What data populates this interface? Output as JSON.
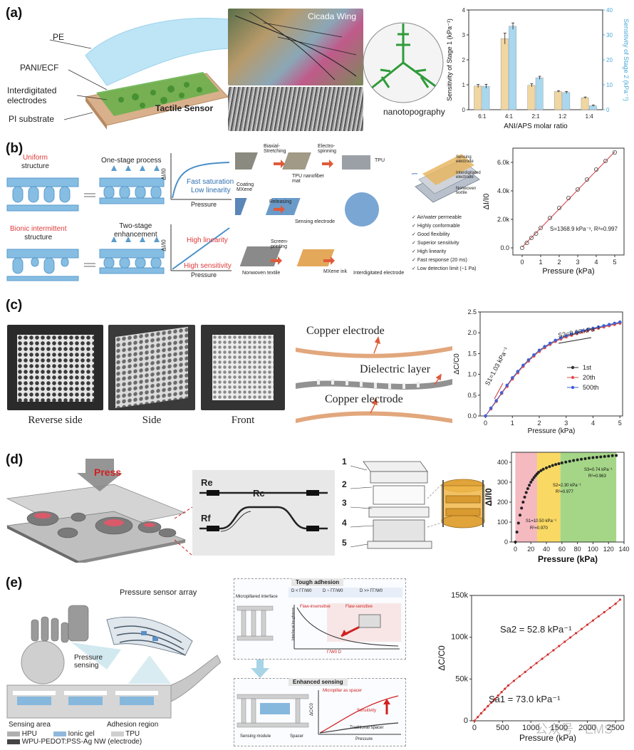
{
  "panels": {
    "a": {
      "label": "(a)",
      "layers": [
        "PE",
        "PANI/ECF",
        "Interdigitated electrodes",
        "PI substrate"
      ],
      "device_label": "Tactile Sensor",
      "photo_label": "Cicada Wing",
      "inset_label": "nanotopography"
    },
    "b": {
      "label": "(b)",
      "uniform": {
        "title_red": "Uniform",
        "title_rest": "structure",
        "process": "One-stage process",
        "note1": "Fast saturation",
        "note2": "Low linearity",
        "axis_x": "Pressure",
        "axis_y": "ΔI/I0"
      },
      "bionic": {
        "title_red": "Bionic intermittent",
        "title_rest": "structure",
        "process": "Two-stage",
        "process2": "enhancement",
        "note1": "High linearity",
        "note2": "High sensitivity",
        "axis_x": "Pressure",
        "axis_y": "ΔI/I0"
      },
      "flow_labels": [
        "Biaxial-Stretching",
        "Electro-spinning",
        "TPU",
        "TPU nanofiber mat",
        "Coating MXene",
        "Releasing",
        "Sensing electrode",
        "Screen-printing",
        "MXene ink",
        "Nonwoven textile",
        "Interdigitated electrode"
      ],
      "device_labels": [
        "Sensing electrode",
        "Interdigitated electrode",
        "Nonwoven textile"
      ],
      "features": [
        "Air/water permeable",
        "Highly conformable",
        "Good flexibility",
        "Superior sensitivity",
        "High linearity",
        "Fast response (20 ms)",
        "Low detection limit (~1 Pa)"
      ]
    },
    "c": {
      "label": "(c)",
      "photo_captions": [
        "Reverse side",
        "Side",
        "Front"
      ],
      "layers": [
        "Copper electrode",
        "Dielectric layer",
        "Copper electrode"
      ]
    },
    "d": {
      "label": "(d)",
      "press_label": "Press",
      "circuit": {
        "re": "Re",
        "rc": "Rc",
        "rf": "Rf"
      },
      "parts": [
        "1",
        "2",
        "3",
        "4",
        "5"
      ]
    },
    "e": {
      "label": "(e)",
      "array_label": "Pressure sensor array",
      "sensing_label": "Pressure sensing",
      "area_labels": [
        "Sensing area",
        "Adhesion region"
      ],
      "legend": [
        {
          "text": "HPU",
          "color": "#b0b0b0"
        },
        {
          "text": "Ionic gel",
          "color": "#8fb8dc"
        },
        {
          "text": "TPU",
          "color": "#cfcfcf"
        },
        {
          "text": "WPU-PEDOT:PSS-Ag NW (electrode)",
          "color": "#444444"
        }
      ],
      "tough_title": "Tough adhesion",
      "tough_labels": [
        "Micropillared interface",
        "D < ΓΓ/W0",
        "D ~ ΓΓ/W0",
        "D >> ΓΓ/W0",
        "Flaw-insensitive",
        "Flaw-sensitive",
        "Interfacial toughness",
        "Γ/W0  D"
      ],
      "enhanced_title": "Enhanced sensing",
      "enhanced_labels": [
        "Micropillar as spacer",
        "Sensitivity",
        "Traditional spacer",
        "Sensing module",
        "Spacer",
        "Pressure",
        "ΔC/C0"
      ]
    }
  },
  "watermark": "公众号 · EMS",
  "chart_data": [
    {
      "id": "a",
      "type": "bar",
      "xlabel": "ANI/APS molar ratio",
      "ylabel": "Sensitivity of Stage 1 (kPa⁻¹)",
      "ylabel2": "Sensitivity of Stage 2 (kPa⁻¹)",
      "categories": [
        "6:1",
        "4:1",
        "2:1",
        "1:2",
        "1:4"
      ],
      "ylim": [
        0,
        4
      ],
      "yticks": [
        "0",
        "1",
        "2",
        "3",
        "4"
      ],
      "ylim2": [
        0,
        40
      ],
      "yticks2": [
        "0",
        "10",
        "20",
        "30",
        "40"
      ],
      "series": [
        {
          "axis": "left",
          "color": "#f0d6a0",
          "values": [
            0.95,
            2.85,
            0.98,
            0.73,
            0.48
          ],
          "errors": [
            0.06,
            0.22,
            0.06,
            0.03,
            0.03
          ]
        },
        {
          "axis": "right",
          "color": "#a8d8f0",
          "values": [
            9.4,
            33.5,
            12.8,
            6.9,
            1.6
          ],
          "errors": [
            0.8,
            1.3,
            0.6,
            0.4,
            0.3
          ]
        }
      ]
    },
    {
      "id": "b",
      "type": "scatter",
      "xlabel": "Pressure (kPa)",
      "ylabel": "ΔI/I0",
      "xlim": [
        -0.5,
        5.5
      ],
      "xticks": [
        "0",
        "1",
        "2",
        "3",
        "4",
        "5"
      ],
      "ylim": [
        -0.5,
        7.0
      ],
      "yticks": [
        "0.0",
        "2.0k",
        "4.0k",
        "6.0k"
      ],
      "annotation": "S=1368.9 kPa⁻¹, R²=0.997",
      "x": [
        0,
        0.25,
        0.5,
        0.75,
        1.0,
        1.5,
        2.0,
        2.5,
        3.0,
        3.5,
        4.0,
        4.5,
        5.0
      ],
      "y": [
        0.0,
        0.35,
        0.7,
        1.0,
        1.4,
        2.1,
        2.8,
        3.5,
        4.1,
        4.8,
        5.5,
        6.1,
        6.7
      ],
      "fit": [
        [
          0,
          0.05
        ],
        [
          5.0,
          6.75
        ]
      ]
    },
    {
      "id": "c",
      "type": "line",
      "xlabel": "Pressure (kPa)",
      "ylabel": "ΔC/C0",
      "xlim": [
        -0.2,
        5.1
      ],
      "xticks": [
        "0",
        "1",
        "2",
        "3",
        "4",
        "5"
      ],
      "ylim": [
        0,
        2.5
      ],
      "yticks": [
        "0.0",
        "0.5",
        "1.0",
        "1.5",
        "2.0",
        "2.5"
      ],
      "annotations": [
        "S1=1.03 kPa⁻¹",
        "S2=0.66 kPa⁻¹"
      ],
      "legend_position": "center-right",
      "series": [
        {
          "name": "1st",
          "color": "#333333",
          "x": [
            0,
            0.2,
            0.4,
            0.6,
            0.8,
            1.0,
            1.2,
            1.4,
            1.6,
            1.8,
            2.0,
            2.2,
            2.4,
            2.6,
            2.8,
            3.0,
            3.2,
            3.4,
            3.6,
            3.8,
            4.0,
            4.2,
            4.4,
            4.6,
            4.8,
            5.0
          ],
          "y": [
            0.0,
            0.18,
            0.36,
            0.55,
            0.72,
            0.9,
            1.05,
            1.2,
            1.33,
            1.45,
            1.56,
            1.65,
            1.73,
            1.8,
            1.86,
            1.91,
            1.95,
            1.99,
            2.03,
            2.06,
            2.09,
            2.12,
            2.15,
            2.18,
            2.21,
            2.24
          ]
        },
        {
          "name": "20th",
          "color": "#e05050",
          "x": [
            0,
            0.2,
            0.4,
            0.6,
            0.8,
            1.0,
            1.2,
            1.4,
            1.6,
            1.8,
            2.0,
            2.2,
            2.4,
            2.6,
            2.8,
            3.0,
            3.2,
            3.4,
            3.6,
            3.8,
            4.0,
            4.2,
            4.4,
            4.6,
            4.8,
            5.0
          ],
          "y": [
            0.0,
            0.17,
            0.35,
            0.54,
            0.71,
            0.89,
            1.04,
            1.19,
            1.32,
            1.44,
            1.55,
            1.64,
            1.72,
            1.79,
            1.85,
            1.9,
            1.94,
            1.98,
            2.02,
            2.05,
            2.08,
            2.11,
            2.14,
            2.17,
            2.2,
            2.23
          ]
        },
        {
          "name": "500th",
          "color": "#4060d8",
          "x": [
            0,
            0.2,
            0.4,
            0.6,
            0.8,
            1.0,
            1.2,
            1.4,
            1.6,
            1.8,
            2.0,
            2.2,
            2.4,
            2.6,
            2.8,
            3.0,
            3.2,
            3.4,
            3.6,
            3.8,
            4.0,
            4.2,
            4.4,
            4.6,
            4.8,
            5.0
          ],
          "y": [
            0.0,
            0.19,
            0.37,
            0.56,
            0.74,
            0.92,
            1.07,
            1.22,
            1.35,
            1.47,
            1.58,
            1.67,
            1.75,
            1.82,
            1.88,
            1.93,
            1.97,
            2.01,
            2.05,
            2.08,
            2.11,
            2.14,
            2.17,
            2.2,
            2.23,
            2.26
          ]
        }
      ]
    },
    {
      "id": "d",
      "type": "scatter",
      "xlabel": "Pressure (kPa)",
      "ylabel": "ΔI/I0",
      "xlim": [
        -5,
        140
      ],
      "xticks": [
        "0",
        "20",
        "40",
        "60",
        "80",
        "100",
        "120",
        "140"
      ],
      "ylim": [
        0,
        450
      ],
      "yticks": [
        "0",
        "100",
        "200",
        "300",
        "400"
      ],
      "regions": [
        {
          "from": 0,
          "to": 28,
          "color": "#f2a8b0"
        },
        {
          "from": 28,
          "to": 58,
          "color": "#f8d03c"
        },
        {
          "from": 58,
          "to": 130,
          "color": "#8fcc6a"
        }
      ],
      "annotations": [
        "S1=10.50 kPa⁻¹",
        "R²=0.970",
        "S2=2.30 kPa⁻¹",
        "R²=0.977",
        "S3=0.74 kPa⁻¹",
        "R²=0.963"
      ],
      "x": [
        0,
        2,
        4,
        6,
        8,
        10,
        12,
        14,
        16,
        18,
        20,
        22,
        24,
        26,
        28,
        30,
        33,
        36,
        40,
        44,
        48,
        52,
        56,
        60,
        65,
        70,
        75,
        80,
        85,
        90,
        95,
        100,
        105,
        110,
        115,
        120,
        125,
        130
      ],
      "y": [
        0,
        50,
        95,
        135,
        170,
        200,
        225,
        248,
        268,
        285,
        300,
        312,
        323,
        333,
        342,
        350,
        358,
        365,
        372,
        378,
        384,
        389,
        393,
        397,
        401,
        405,
        409,
        412,
        415,
        418,
        421,
        423,
        425,
        427,
        429,
        431,
        433,
        434
      ]
    },
    {
      "id": "e",
      "type": "line",
      "xlabel": "Pressure (kPa)",
      "ylabel": "ΔC/C0",
      "xlim": [
        -50,
        2650
      ],
      "xticks": [
        "0",
        "500",
        "1000",
        "1500",
        "2000",
        "2500"
      ],
      "ylim": [
        0,
        150000
      ],
      "yticks": [
        "0",
        "50k",
        "100k",
        "150k"
      ],
      "annotations": [
        "Sa2 = 52.8 kPa⁻¹",
        "Sa1 = 73.0 kPa⁻¹"
      ],
      "x": [
        0,
        60,
        120,
        180,
        240,
        300,
        360,
        420,
        480,
        540,
        600,
        700,
        800,
        900,
        1000,
        1100,
        1200,
        1300,
        1400,
        1500,
        1600,
        1700,
        1800,
        1900,
        2000,
        2100,
        2200,
        2300,
        2400,
        2500,
        2580
      ],
      "y": [
        0,
        4500,
        9000,
        13300,
        17600,
        21800,
        26000,
        30200,
        34300,
        38300,
        42300,
        47800,
        53200,
        58500,
        63800,
        69000,
        74200,
        79300,
        84400,
        89500,
        94600,
        99700,
        104800,
        109900,
        115000,
        120000,
        125000,
        130000,
        135000,
        140000,
        145000
      ]
    }
  ]
}
